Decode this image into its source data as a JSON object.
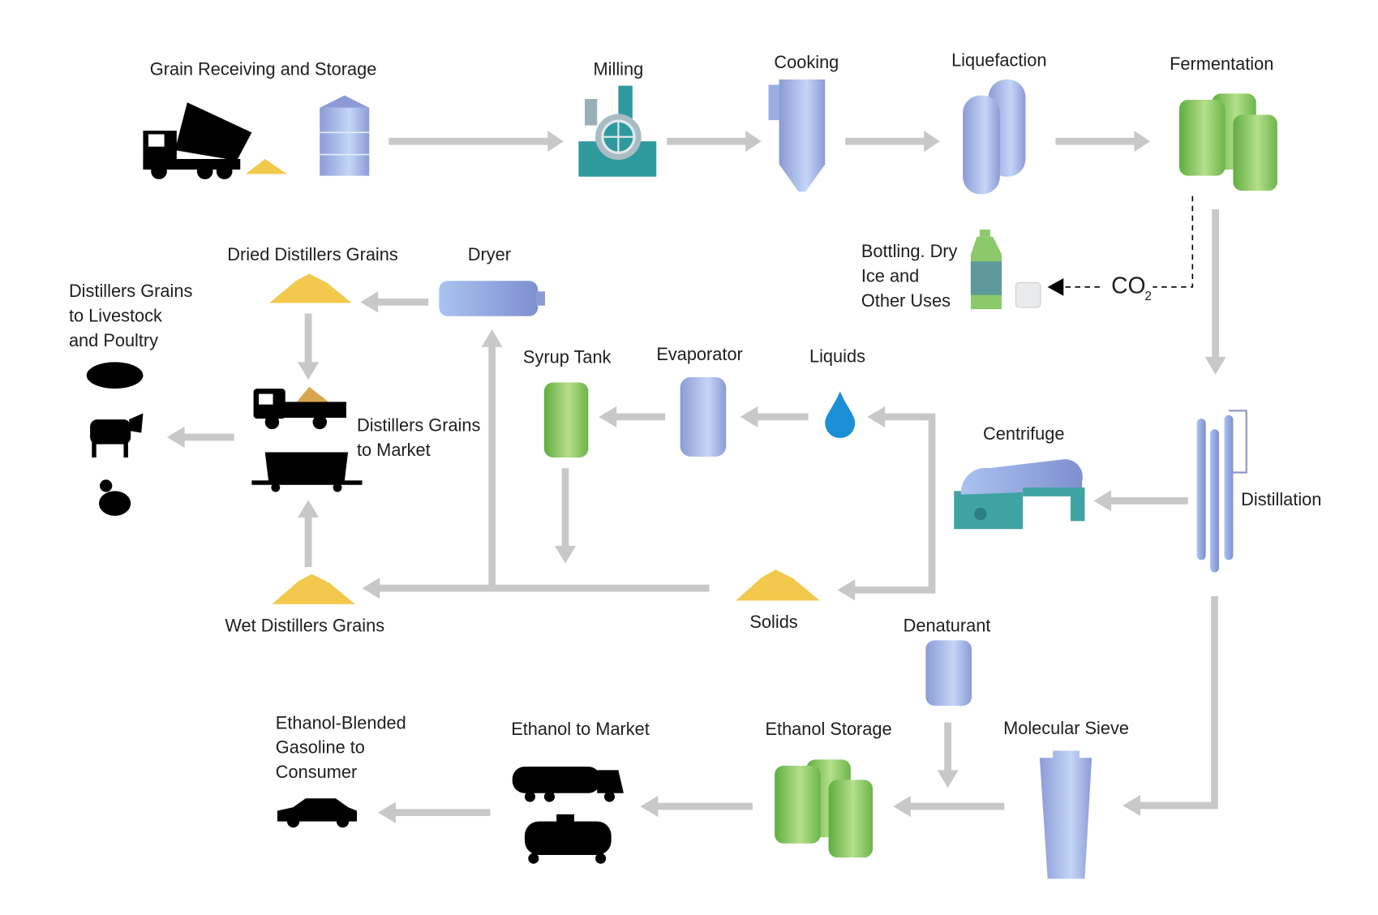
{
  "labels": {
    "grain_receiving": "Grain Receiving and Storage",
    "milling": "Milling",
    "cooking": "Cooking",
    "liquefaction": "Liquefaction",
    "fermentation": "Fermentation",
    "bottling": [
      "Bottling. Dry",
      "Ice and",
      "Other Uses"
    ],
    "co2": "CO",
    "co2_sub": "2",
    "dried_grains": "Dried Distillers Grains",
    "dryer": "Dryer",
    "livestock": [
      "Distillers Grains",
      "to Livestock",
      "and Poultry"
    ],
    "syrup_tank": "Syrup Tank",
    "evaporator": "Evaporator",
    "liquids": "Liquids",
    "centrifuge": "Centrifuge",
    "grains_market": [
      "Distillers Grains",
      "to Market"
    ],
    "distillation": "Distillation",
    "wet_grains": "Wet Distillers Grains",
    "solids": "Solids",
    "denaturant": "Denaturant",
    "consumer": [
      "Ethanol-Blended",
      "Gasoline to",
      "Consumer"
    ],
    "ethanol_market": "Ethanol to Market",
    "ethanol_storage": "Ethanol Storage",
    "molecular_sieve": "Molecular Sieve"
  },
  "colors": {
    "arrow": "#c8c8c8",
    "tank_blue": "#9aaee0",
    "tank_green": "#72b94e",
    "grain": "#f2c94c",
    "teal": "#3fa3a3",
    "water": "#1c8fd6"
  }
}
